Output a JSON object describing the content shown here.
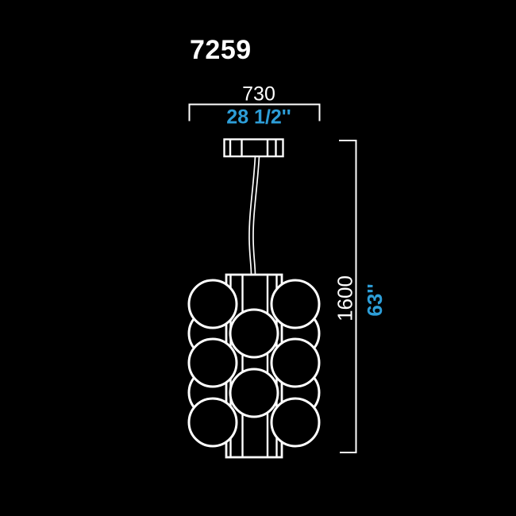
{
  "drawing": {
    "model_number": "7259",
    "width_dimension": {
      "mm": "730",
      "inches": "28 1/2''"
    },
    "height_dimension": {
      "mm": "1600",
      "inches": "63''"
    }
  },
  "fixture": {
    "type": "pendant lamp with stacked glass spheres",
    "sphere_count": 12
  },
  "colors": {
    "background": "#000000",
    "line": "#ffffff",
    "accent_blue": "#2d9ed8"
  }
}
